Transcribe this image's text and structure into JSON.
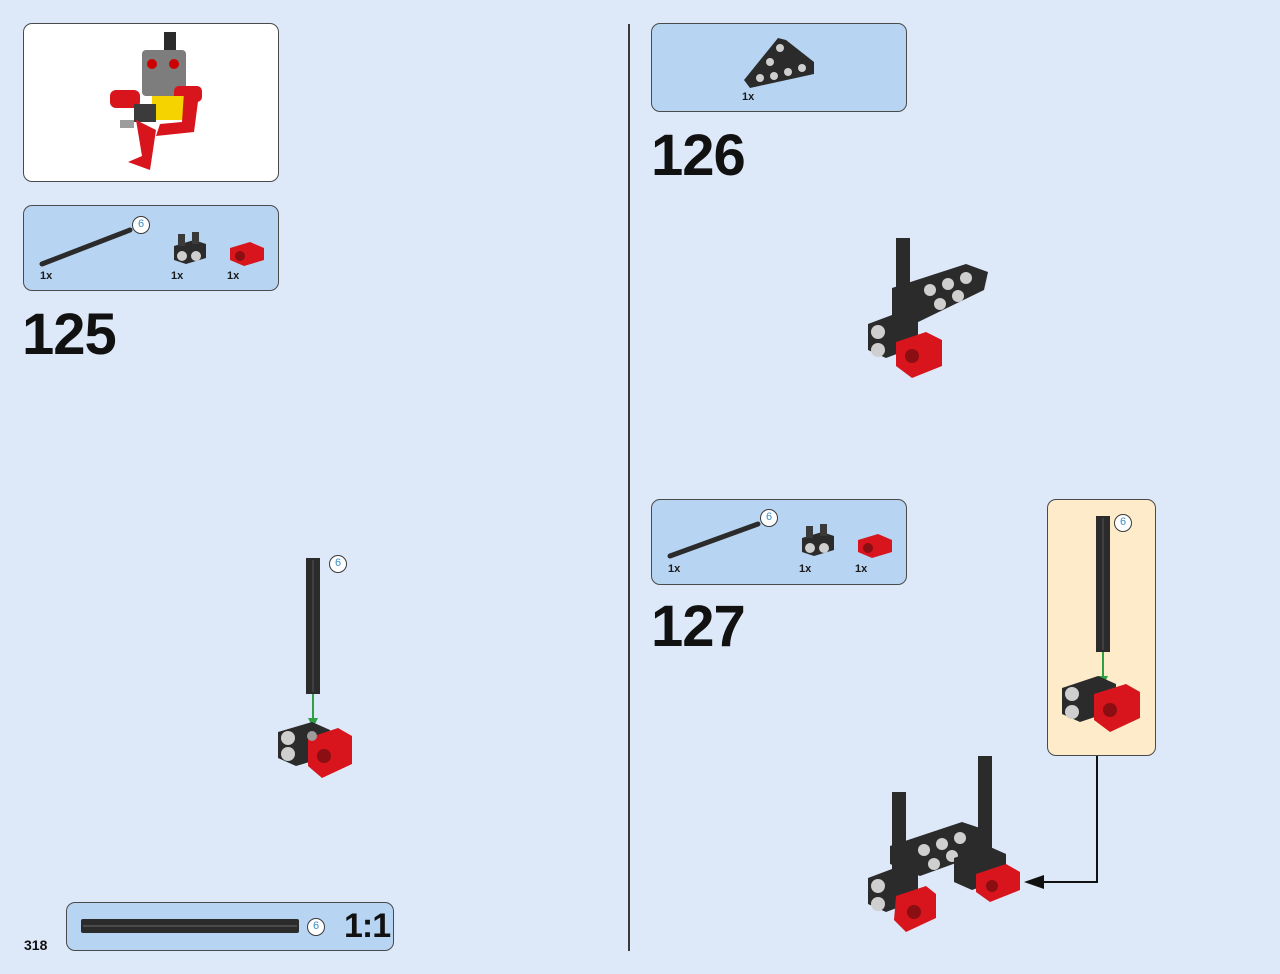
{
  "page": {
    "number": "318"
  },
  "steps": [
    {
      "number": "125",
      "parts": [
        {
          "qty": "1x",
          "name": "axle-6"
        },
        {
          "qty": "1x",
          "name": "axle-pin-connector-black"
        },
        {
          "qty": "1x",
          "name": "cross-block-red"
        }
      ],
      "axle_length_badge": "6"
    },
    {
      "number": "126",
      "parts": [
        {
          "qty": "1x",
          "name": "triangle-beam-black"
        }
      ]
    },
    {
      "number": "127",
      "parts": [
        {
          "qty": "1x",
          "name": "axle-6"
        },
        {
          "qty": "1x",
          "name": "axle-pin-connector-black"
        },
        {
          "qty": "1x",
          "name": "cross-block-red"
        }
      ],
      "axle_length_badge": "6"
    }
  ],
  "scale_ruler": {
    "label": "1:1",
    "badge": "6"
  },
  "colors": {
    "background": "#dde9f8",
    "parts_box": "#b7d5f2",
    "subassembly_box": "#fdebc9",
    "red": "#d8141c",
    "black": "#2b2b2b",
    "gray": "#9c9c9c",
    "yellow": "#f5d300",
    "arrow_green": "#2ea043"
  }
}
